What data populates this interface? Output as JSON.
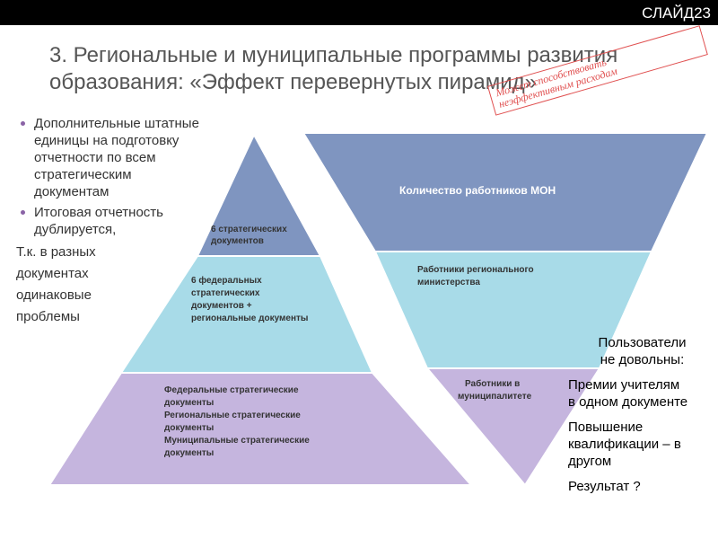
{
  "slide_label": "СЛАЙД23",
  "title": "3. Региональные и муниципальные программы развития\nобразования: «Эффект перевернутых пирамид»",
  "stamp": "Может способствовать\nнеэффективным расходам",
  "left_bullets": [
    "Дополнительные штатные единицы на подготовку отчетности по всем стратегическим документам",
    "Итоговая отчетность дублируется,"
  ],
  "left_note": "Т.к. в разных\nдокументах\nодинаковые\nпроблемы",
  "pyramid": {
    "levels": [
      {
        "lines": [
          "6 стратегических",
          "документов"
        ]
      },
      {
        "lines": [
          "6 федеральных",
          "стратегических",
          "документов +",
          "региональные документы"
        ]
      },
      {
        "lines": [
          "Федеральные стратегические",
          "документы",
          "Региональные стратегические",
          "документы",
          "Муниципальные стратегические",
          "документы"
        ]
      }
    ]
  },
  "inverted_pyramid": {
    "levels": [
      {
        "lines": [
          "Количество работников МОН"
        ]
      },
      {
        "lines": [
          "Работники регионального",
          "министерства"
        ]
      },
      {
        "lines": [
          "Работники в",
          "муниципалитете"
        ]
      }
    ]
  },
  "right_text": {
    "users_unhappy": "Пользователи\nне довольны:",
    "line1": "Премии учителям\nв одном документе",
    "line2": "Повышение\nквалификации – в\nдругом",
    "result": "Результат ?"
  },
  "colors": {
    "top_dark": "#7f95c0",
    "middle_light": "#a8dbe8",
    "bottom_lavender": "#c5b5de",
    "stamp_red": "#e05050",
    "bullet_purple": "#8a63a6"
  }
}
